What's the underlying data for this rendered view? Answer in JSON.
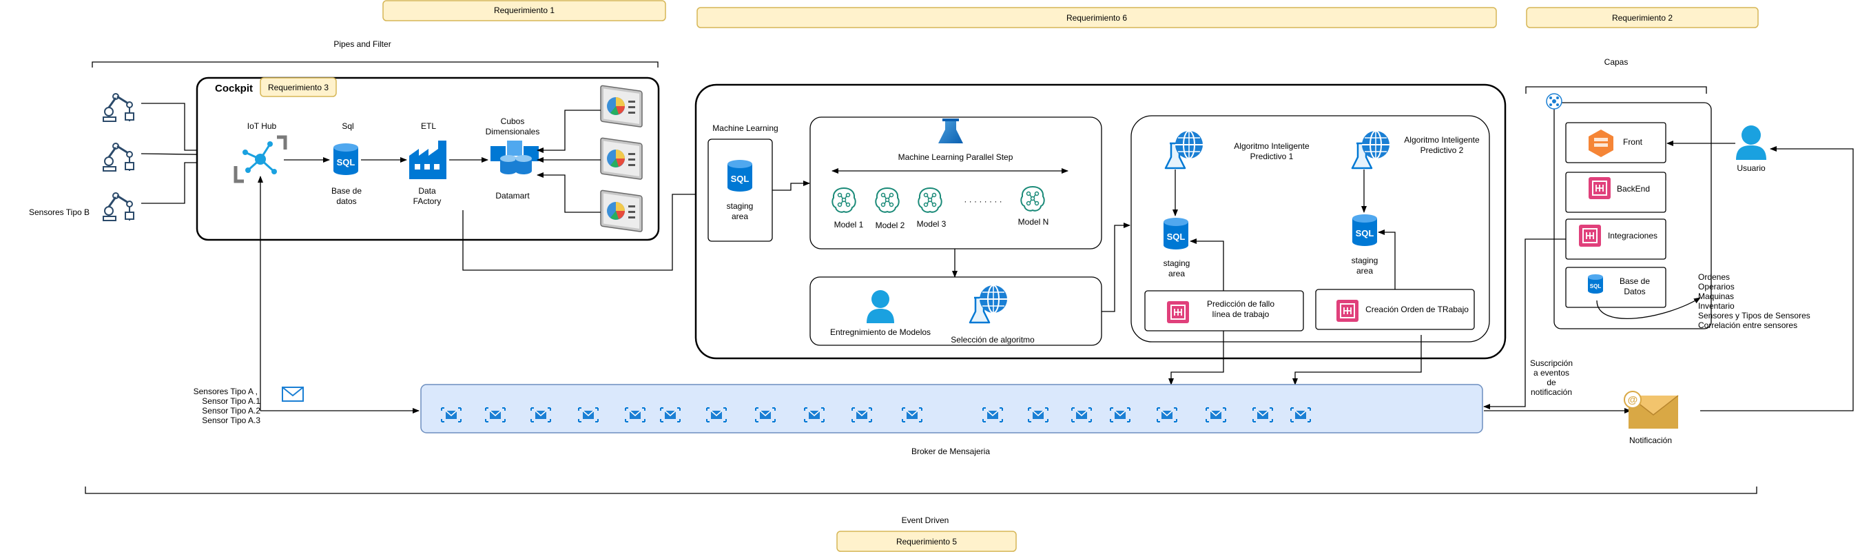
{
  "requirements": {
    "r1": "Requerimiento 1",
    "r6": "Requerimiento 6",
    "r2": "Requerimiento 2",
    "r3": "Requerimiento 3",
    "r5": "Requerimiento 5"
  },
  "labels": {
    "pipes_filter": "Pipes and Filter",
    "capas": "Capas",
    "event_driven": "Event Driven",
    "sensores_b": "Sensores Tipo B",
    "cockpit": "Cockpit",
    "iot_hub": "IoT Hub",
    "sql_title": "Sql",
    "sql_icon": "SQL",
    "base_datos_1": "Base de",
    "base_datos_2": "datos",
    "etl": "ETL",
    "data_factory_1": "Data",
    "data_factory_2": "FActory",
    "cubos_1": "Cubos",
    "cubos_2": "Dimensionales",
    "datamart": "Datamart",
    "machine_learning": "Machine  Learning",
    "staging_1": "staging",
    "staging_2": "area",
    "ml_parallel": "Machine Learning Parallel Step",
    "models": [
      "Model 1",
      "Model 2",
      "Model 3",
      "Model N"
    ],
    "dots": "· · · · · · · ·",
    "entrenamiento": "Entregnimiento de Modelos",
    "seleccion": "Selección de algoritmo",
    "alg1_1": "Algoritmo Inteligente",
    "alg1_2": "Predictivo 1",
    "alg2_1": "Algoritmo Inteligente",
    "alg2_2": "Predictivo 2",
    "prediccion_1": "Predicción de fallo",
    "prediccion_2": "línea de trabajo",
    "creacion": "Creación Orden de TRabajo",
    "front": "Front",
    "backend": "BackEnd",
    "integraciones": "Integraciones",
    "bd_capas_1": "Base de",
    "bd_capas_2": "Datos",
    "usuario": "Usuario",
    "data_list": [
      "Ordenes",
      "Operarios",
      "Maquinas",
      "Inventario",
      "Sensores y Tipos de Sensores",
      "Correlación entre sensores"
    ],
    "sensores_a": [
      "Sensores Tipo A ,",
      "Sensor Tipo A.1",
      "Sensor Tipo A.2",
      "Sensor Tipo A.3"
    ],
    "suscripcion": [
      "Suscripción",
      "a eventos",
      "de",
      "notificación"
    ],
    "broker": "Broker de Mensajeria",
    "notificacion": "Notificación"
  },
  "colors": {
    "requirement_fill": "#fff2cc",
    "requirement_border": "#d6b656",
    "broker_fill": "#dae8fc",
    "broker_border": "#6c8ebf",
    "azure_blue": "#0078d4",
    "iot_gray": "#7a7a7a",
    "pink_api": "#e0407b",
    "orange_aws": "#f58536",
    "robot_blue": "#2b4a6a",
    "gold_mail": "#d9a845"
  },
  "icons": [
    "robot-arm-icon",
    "iot-hub-icon",
    "sql-database-icon",
    "data-factory-icon",
    "cubes-icon",
    "dashboard-icon",
    "ml-flask-icon",
    "brain-model-icon",
    "user-icon",
    "web-flask-icon",
    "api-icon",
    "aws-front-icon",
    "network-icon",
    "mail-icon",
    "queue-message-icon",
    "notification-mail-icon"
  ]
}
